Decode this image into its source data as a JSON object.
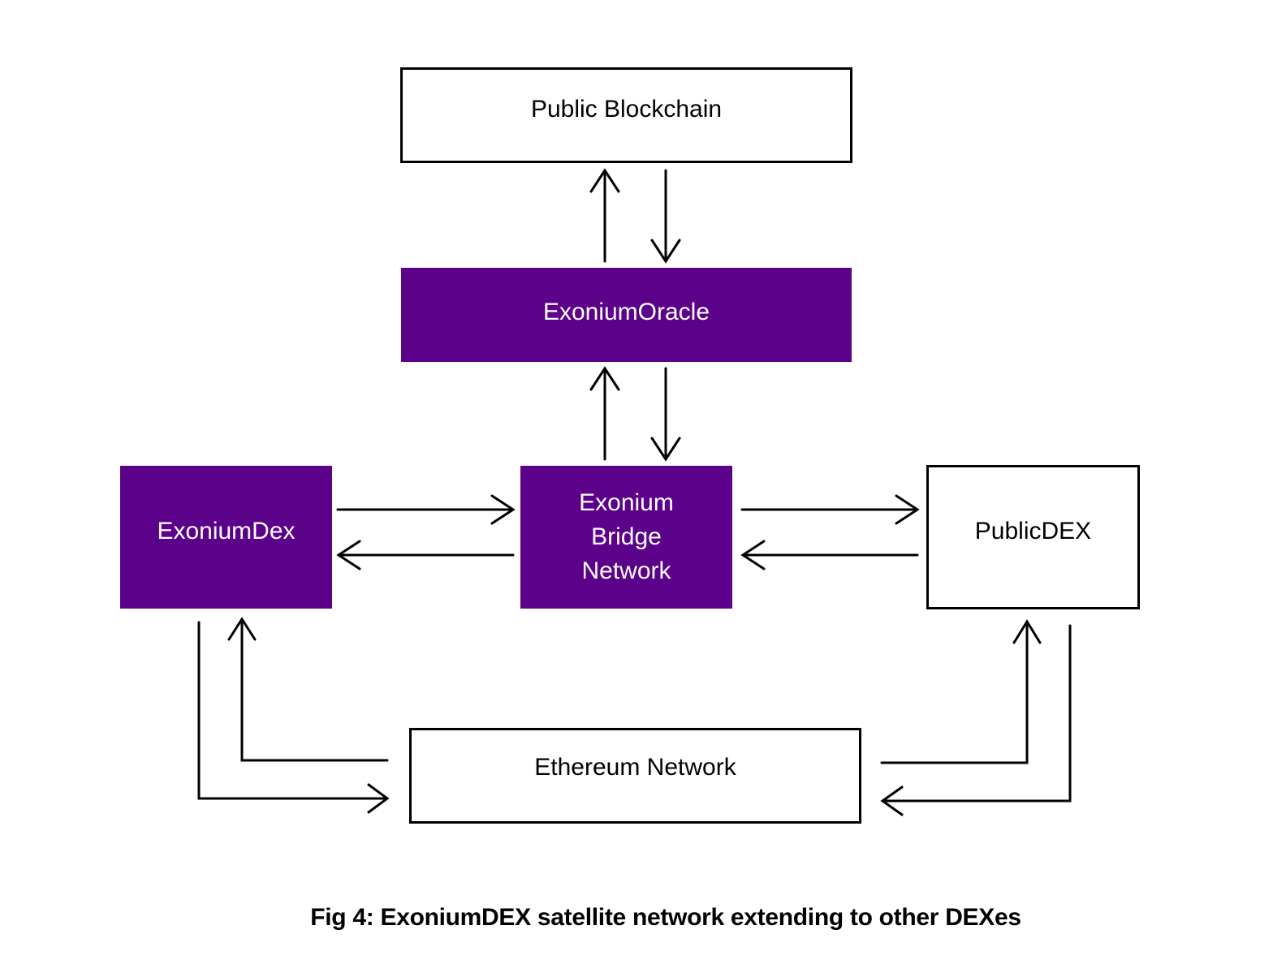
{
  "diagram": {
    "colors": {
      "accent": "#5c0189",
      "line": "#000000",
      "background": "#ffffff"
    },
    "nodes": {
      "public_blockchain": {
        "label": "Public Blockchain",
        "style": "outline"
      },
      "exonium_oracle": {
        "label": "ExoniumOracle",
        "style": "filled"
      },
      "exonium_dex": {
        "label": "ExoniumDex",
        "style": "filled"
      },
      "bridge": {
        "label_lines": [
          "Exonium",
          "Bridge",
          "Network"
        ],
        "style": "filled"
      },
      "public_dex": {
        "label": "PublicDEX",
        "style": "outline"
      },
      "ethereum_network": {
        "label": "Ethereum Network",
        "style": "outline"
      }
    },
    "edges": [
      {
        "from": "exonium_oracle",
        "to": "public_blockchain"
      },
      {
        "from": "public_blockchain",
        "to": "exonium_oracle"
      },
      {
        "from": "bridge",
        "to": "exonium_oracle"
      },
      {
        "from": "exonium_oracle",
        "to": "bridge"
      },
      {
        "from": "exonium_dex",
        "to": "bridge"
      },
      {
        "from": "bridge",
        "to": "exonium_dex"
      },
      {
        "from": "bridge",
        "to": "public_dex"
      },
      {
        "from": "public_dex",
        "to": "bridge"
      },
      {
        "from": "ethereum_network",
        "to": "exonium_dex"
      },
      {
        "from": "exonium_dex",
        "to": "ethereum_network"
      },
      {
        "from": "ethereum_network",
        "to": "public_dex"
      },
      {
        "from": "public_dex",
        "to": "ethereum_network"
      }
    ],
    "caption": "Fig 4: ExoniumDEX satellite network extending to other DEXes"
  }
}
